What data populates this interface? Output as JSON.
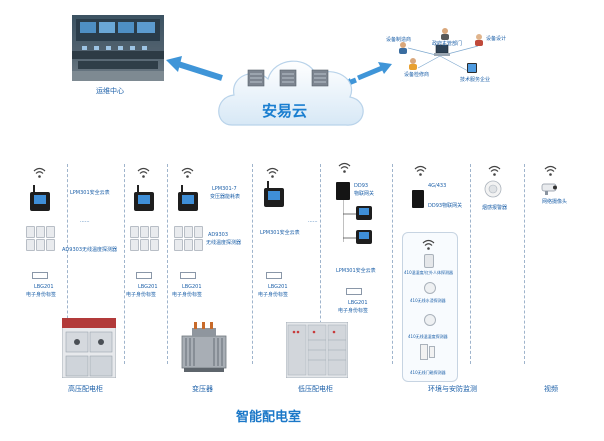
{
  "cloud": {
    "title": "安易云"
  },
  "ops_center": {
    "label": "运维中心"
  },
  "roles": {
    "maintainer": "设备制造商",
    "owner": "政府主管部门",
    "designer": "设备设计",
    "installer": "设备检修商",
    "service": "技术服务企业"
  },
  "columns": {
    "hv": {
      "top_label": "LPM301安全云表",
      "dots": "······",
      "sensor_label": "AD9303无线温度探测器",
      "tag_code": "LBG201",
      "tag_label": "电子身份标签",
      "bottom_label": "高压配电柜"
    },
    "hv2": {
      "tag_code": "LBG201",
      "tag_label": "电子身份标签"
    },
    "transformer": {
      "top_label_1": "LPM301-7",
      "top_label_2": "变压器能耗表",
      "sensor_label_1": "AD9303",
      "sensor_label_2": "无线温度探测器",
      "tag_code": "LBG201",
      "tag_label": "电子身份标签",
      "bottom_label": "变压器"
    },
    "lv": {
      "top_label": "LPM301安全云表",
      "tag_code": "LBG201",
      "tag_label": "电子身份标签",
      "bottom_label": "低压配电柜"
    },
    "lv2": {
      "gw_label_1": "DD93",
      "gw_label_2": "物联网关",
      "meter_label": "LPM301安全云表",
      "tag_code": "LBG201",
      "tag_label": "电子身份标签"
    },
    "env": {
      "gw_label_top": "4G/433",
      "gw_label": "DD93物联网关",
      "smoke_label": "烟感报警器",
      "s1": "410温湿度/红外人体探测器",
      "s2": "410无线水浸探测器",
      "s3": "410无线温湿度探测器",
      "s4": "410无线门磁探测器",
      "bottom_label": "环境与安防监测"
    },
    "video": {
      "cam_label": "网络摄像头",
      "bottom_label": "视频"
    }
  },
  "footer": {
    "title": "智能配电室"
  },
  "icons": [
    "wifi-icon",
    "camera-icon",
    "smoke-detector-icon",
    "cloud-icon",
    "server-icon",
    "person-icon",
    "laptop-icon",
    "tablet-icon"
  ]
}
